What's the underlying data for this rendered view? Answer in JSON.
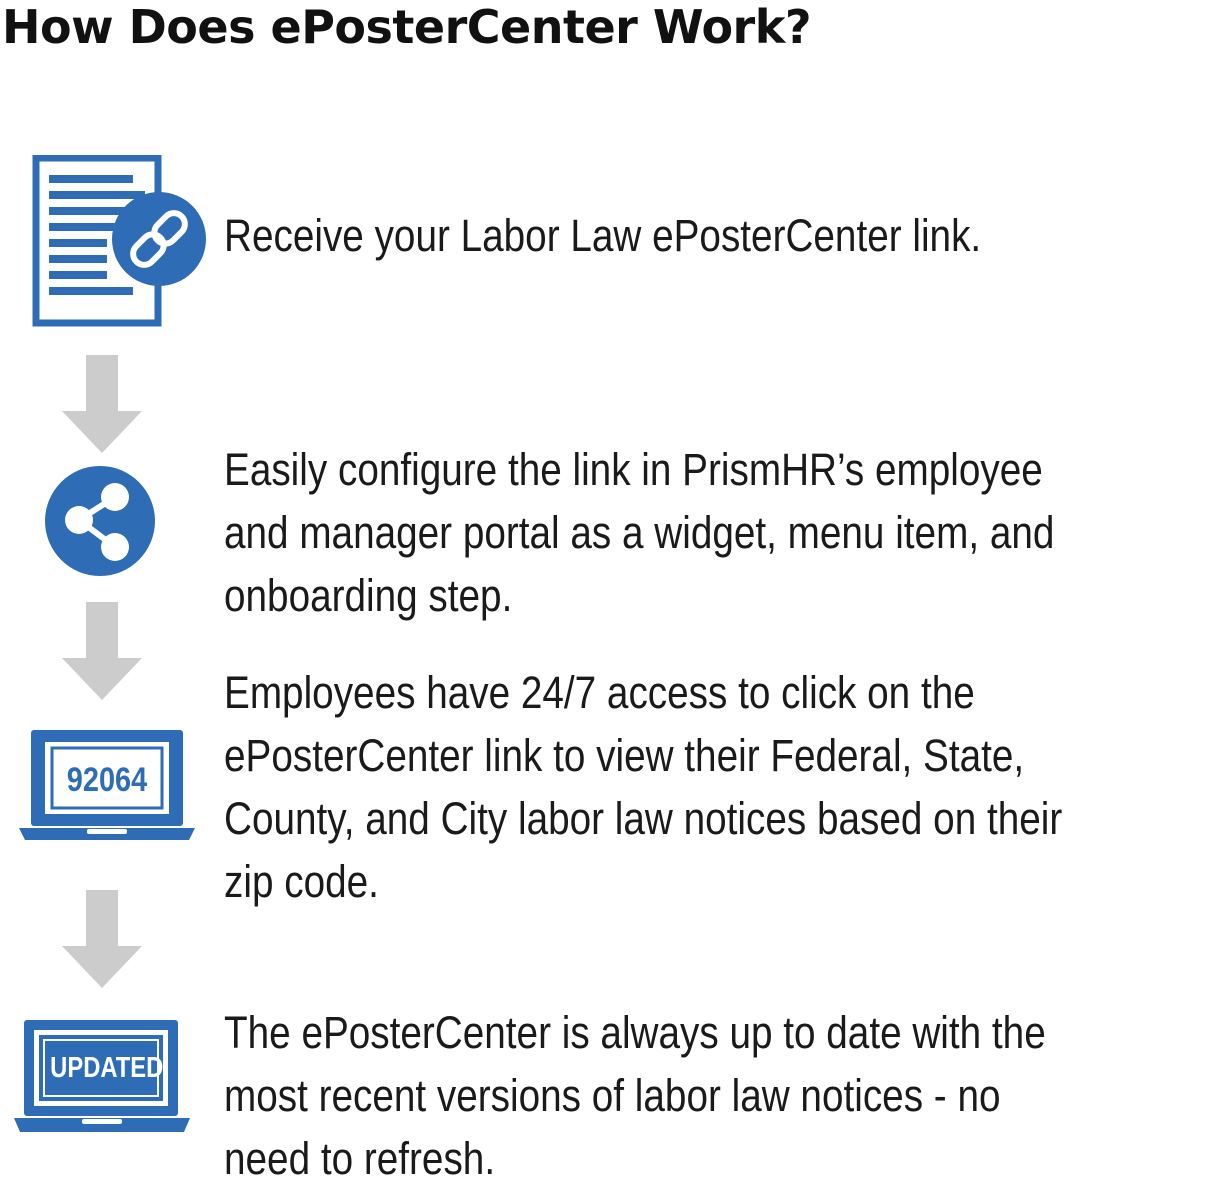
{
  "title": "How Does ePosterCenter Work?",
  "colors": {
    "accent": "#2e6db5",
    "arrow": "#cccccc",
    "text": "#1a1a1a"
  },
  "steps": [
    {
      "icon": "document-link-icon",
      "text": "Receive your Labor Law ePosterCenter link."
    },
    {
      "icon": "share-icon",
      "text": "Easily configure the link in PrismHR’s employee and manager portal as a widget, menu item, and onboarding step."
    },
    {
      "icon": "laptop-zipcode-icon",
      "screen_text": "92064",
      "text": "Employees have 24/7 access to click on the ePosterCenter link to view their Federal, State, County, and City labor law notices based on their zip code."
    },
    {
      "icon": "laptop-updated-icon",
      "screen_text": "UPDATED",
      "text": "The ePosterCenter is always up to date with the most recent versions of labor law notices - no need to refresh."
    }
  ]
}
